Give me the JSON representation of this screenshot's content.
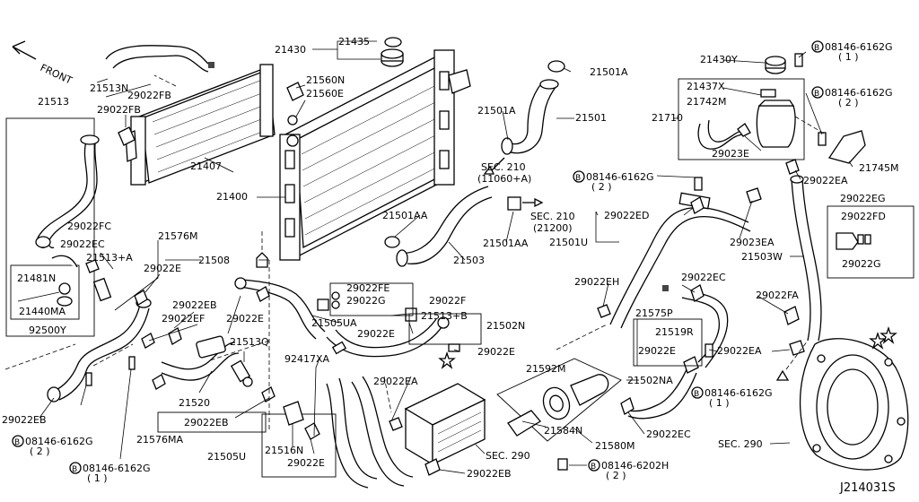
{
  "direction": "FRONT",
  "diagram_code": "J214031S",
  "labels": {
    "l21430": "21430",
    "l21435": "21435",
    "l21560N": "21560N",
    "l21560E": "21560E",
    "l21501A_top": "21501A",
    "l21501A_mid": "21501A",
    "l21501": "21501",
    "l21513N": "21513N",
    "l29022FB_1": "29022FB",
    "l29022FB_2": "29022FB",
    "l21513": "21513",
    "l21407": "21407",
    "l21400": "21400",
    "lSEC210a": "SEC. 210",
    "l11060A": "(11060+A)",
    "l21430Y": "21430Y",
    "lB_top": "08146-6162G",
    "lB_top_q": "( 1 )",
    "l21437X": "21437X",
    "l21742M": "21742M",
    "l21710": "21710",
    "lB_top2": "08146-6162G",
    "lB_top2_q": "( 2 )",
    "l29023E": "29023E",
    "l21745M": "21745M",
    "l29022EA_top": "29022EA",
    "lB_mid": "08146-6162G",
    "lB_mid_q": "( 2 )",
    "l29022ED": "29022ED",
    "l21501U": "21501U",
    "l29023EA": "29023EA",
    "l21503W": "21503W",
    "l29022EG": "29022EG",
    "l29022FD": "29022FD",
    "l29022G_box": "29022G",
    "lSEC210b": "SEC. 210",
    "l21200": "(21200)",
    "l21501AA_1": "21501AA",
    "l21501AA_2": "21501AA",
    "l21503": "21503",
    "l29022FC": "29022FC",
    "l29022EC_left": "29022EC",
    "l21513A": "21513+A",
    "l21481N": "21481N",
    "l21440MA": "21440MA",
    "l92500Y": "92500Y",
    "l21576M": "21576M",
    "l29022E_a": "29022E",
    "l21508": "21508",
    "l29022FE": "29022FE",
    "l29022G_mid": "29022G",
    "l29022F": "29022F",
    "l21513B": "21513+B",
    "l21502N": "21502N",
    "l29022EB_a": "29022EB",
    "l29022E_b": "29022E",
    "l29022EF": "29022EF",
    "l21505UA": "21505UA",
    "l29022E_c": "29022E",
    "l29022E_d": "29022E",
    "l21513Q": "21513Q",
    "l21520": "21520",
    "l92417XA": "92417XA",
    "l29022EH": "29022EH",
    "l29022EC_right": "29022EC",
    "l21575P": "21575P",
    "l21519R": "21519R",
    "l29022E_e": "29022E",
    "l29022EA_r": "29022EA",
    "l29022FA": "29022FA",
    "l21592M": "21592M",
    "l21502NA": "21502NA",
    "lB_r": "08146-6162G",
    "lB_r_q": "( 1 )",
    "l29022EA_mid": "29022EA",
    "l29022EB_left": "29022EB",
    "lB_left": "08146-6162G",
    "lB_left_q": "( 2 )",
    "lB_left2": "08146-6162G",
    "lB_left2_q": "( 1 )",
    "l29022EB_b": "29022EB",
    "l21576MA": "21576MA",
    "l21505U": "21505U",
    "l21516N": "21516N",
    "l29022E_f": "29022E",
    "l21584N": "21584N",
    "l21580M": "21580M",
    "l29022EC_b": "29022EC",
    "lSEC290a": "SEC. 290",
    "lSEC290b": "SEC. 290",
    "l29022EB_c": "29022EB",
    "lB_bot": "08146-6202H",
    "lB_bot_q": "( 2 )",
    "b": "B"
  }
}
